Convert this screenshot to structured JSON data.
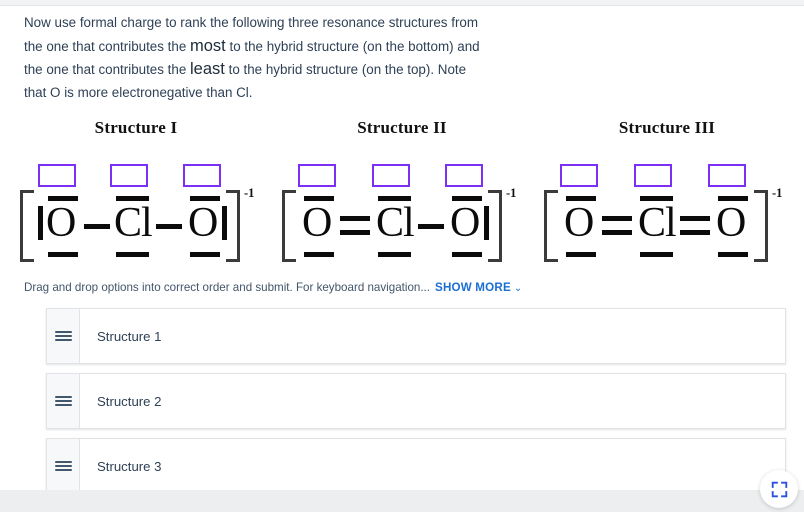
{
  "prompt": {
    "line1": "Now use formal charge to rank the following three resonance structures",
    "line2a": "from the one that contributes the ",
    "emph1": "most",
    "line2b": " to the hybrid structure (on the",
    "line3a": "bottom) and the one that contributes the ",
    "emph2": "least",
    "line3b": " to the hybrid structure (on",
    "line4": "the top). Note that O is more electronegative than Cl."
  },
  "structures": [
    {
      "title": "Structure I",
      "charge": "-1",
      "atoms": [
        "O",
        "Cl",
        "O"
      ],
      "bonds": [
        "single",
        "single"
      ],
      "terminal_lone_pair_bars": [
        "left",
        "right"
      ],
      "answer_boxes": [
        "",
        "",
        ""
      ]
    },
    {
      "title": "Structure II",
      "charge": "-1",
      "atoms": [
        "O",
        "Cl",
        "O"
      ],
      "bonds": [
        "double",
        "single"
      ],
      "terminal_lone_pair_bars": [
        "right"
      ],
      "answer_boxes": [
        "",
        "",
        ""
      ]
    },
    {
      "title": "Structure III",
      "charge": "-1",
      "atoms": [
        "O",
        "Cl",
        "O"
      ],
      "bonds": [
        "double",
        "double"
      ],
      "terminal_lone_pair_bars": [],
      "answer_boxes": [
        "",
        "",
        ""
      ]
    }
  ],
  "drag_drop": {
    "instruction": "Drag and drop options into correct order and submit. For keyboard navigation...",
    "show_more_label": "SHOW MORE",
    "chevron": "⌄",
    "items": [
      {
        "label": "Structure 1"
      },
      {
        "label": "Structure 2"
      },
      {
        "label": "Structure 3"
      }
    ]
  },
  "expand_button": {
    "icon": "expand-icon"
  },
  "colors": {
    "answer_box_purple": "#7b2ff7",
    "link_blue": "#1a6fd4",
    "text_slate": "#2f4156",
    "expand_blue": "#2b51e0"
  }
}
